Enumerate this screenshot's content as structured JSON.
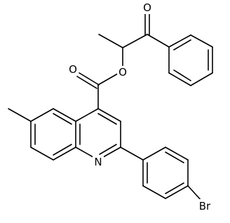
{
  "molecule": {
    "atoms": {
      "carbonyl_oxygen": "O",
      "ester_oxygen": "O",
      "ester_carbonyl_oxygen": "O",
      "ring_nitrogen": "N",
      "bromine": "Br"
    }
  }
}
